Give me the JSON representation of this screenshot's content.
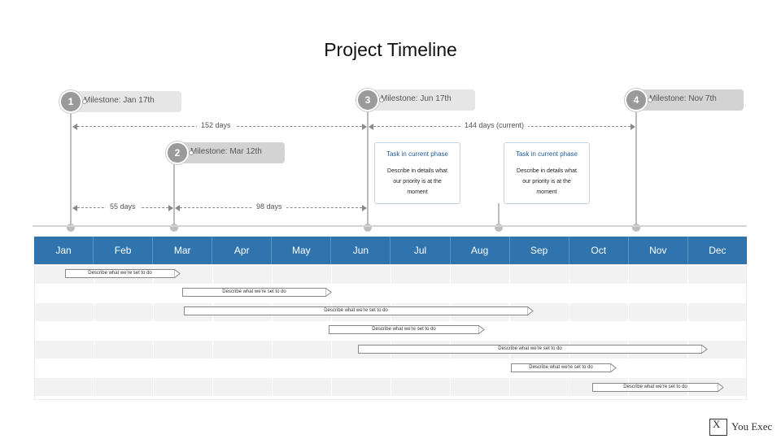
{
  "title": "Project Timeline",
  "milestones": [
    {
      "num": "1",
      "label": "Milestone: Jan 17th"
    },
    {
      "num": "2",
      "label": "Milestone: Mar 12th"
    },
    {
      "num": "3",
      "label": "Milestone: Jun 17th"
    },
    {
      "num": "4",
      "label": "Milestone: Nov 7th"
    }
  ],
  "durations": {
    "d152": "152 days",
    "d144": "144 days (current)",
    "d55": "55 days",
    "d98": "98 days"
  },
  "tasks": [
    {
      "heading": "Task in current phase",
      "body": "Describe in details what our priority is at the moment"
    },
    {
      "heading": "Task in current phase",
      "body": "Describe in details what our priority is at the moment"
    }
  ],
  "months": [
    "Jan",
    "Feb",
    "Mar",
    "Apr",
    "May",
    "Jun",
    "Jul",
    "Aug",
    "Sep",
    "Oct",
    "Nov",
    "Dec"
  ],
  "bars": [
    "Describe what we're set to do",
    "Describe what we're set to do",
    "Describe what we're set to do",
    "Describe what we're set to do",
    "Describe what we're set to do",
    "Describe what we're set to do",
    "Describe what we're set to do"
  ],
  "logo": {
    "mark": "X",
    "name": "You Exec"
  },
  "colors": {
    "month_band": "#2f74ad",
    "milestone_circle": "#9a9a9a",
    "task_heading": "#1f5a96"
  }
}
